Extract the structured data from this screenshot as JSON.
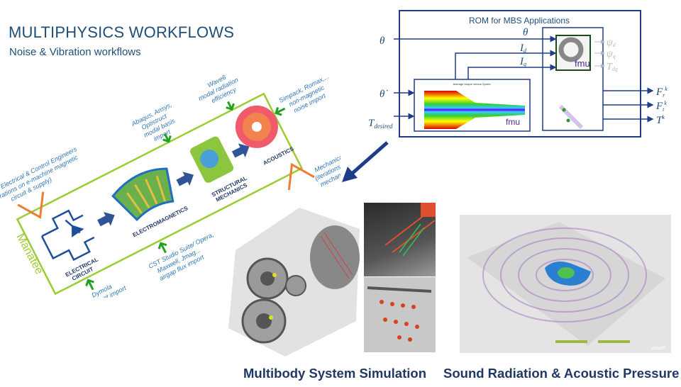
{
  "slide": {
    "title": "MULTIPHYSICS WORKFLOWS",
    "subtitle": "Noise & Vibration workflows"
  },
  "workflow": {
    "frame_label": "Manatee",
    "stages": [
      {
        "label_line1": "ELECTRICAL",
        "label_line2": "CIRCUIT"
      },
      {
        "label_line1": "ELECTROMAGNETICS",
        "label_line2": ""
      },
      {
        "label_line1": "STRUCTURAL",
        "label_line2": "MECHANICS"
      },
      {
        "label_line1": "ACOUSTICS",
        "label_line2": ""
      }
    ],
    "inputs": [
      {
        "lines": [
          "Dymola",
          "current import"
        ]
      },
      {
        "lines": [
          "CST Studio Suite/ Opera,",
          "Maxwell, Jmag...",
          "airgap flux import"
        ]
      },
      {
        "lines": [
          "Abaqus, Ansys,",
          "Optistruct",
          "modal basis",
          "import"
        ]
      },
      {
        "lines": [
          "Wave6",
          "modal radiation",
          "efficiency"
        ]
      },
      {
        "lines": [
          "Simpack, Romax,...",
          "non-magnetic",
          "noise import"
        ]
      }
    ],
    "iterations": [
      {
        "lines": [
          "Electrical & Control Engineers",
          "(iterations on e-machine magnetic",
          "circuit & supply)"
        ]
      },
      {
        "lines": [
          "Mechanical & NVH Engineers",
          "(iterations on e-machine",
          "mechanical integration)"
        ]
      }
    ]
  },
  "rom": {
    "title": "ROM for MBS Applications",
    "inputs": [
      "θ",
      "θ̇",
      "T",
      "desired"
    ],
    "signals": [
      "θ",
      "I",
      "d",
      "I",
      "q"
    ],
    "fmu_outputs": [
      "ψ",
      "d",
      "ψ",
      "q",
      "T",
      "dq"
    ],
    "outputs": [
      "F",
      "r",
      "k",
      "F",
      "t",
      "k",
      "T",
      "k"
    ],
    "fmu_logo": "fmu",
    "chart_title": "Average torque versus Speed"
  },
  "captions": {
    "multibody": "Multibody System Simulation",
    "sound": "Sound Radiation & Acoustic Pressure"
  },
  "sound_image": {
    "watermark": "wave6"
  },
  "colors": {
    "title": "#1f4e79",
    "frame": "#9acd32",
    "arrow": "#1f3c88",
    "orange": "#ed7d31",
    "green_arrow": "#22a022"
  }
}
